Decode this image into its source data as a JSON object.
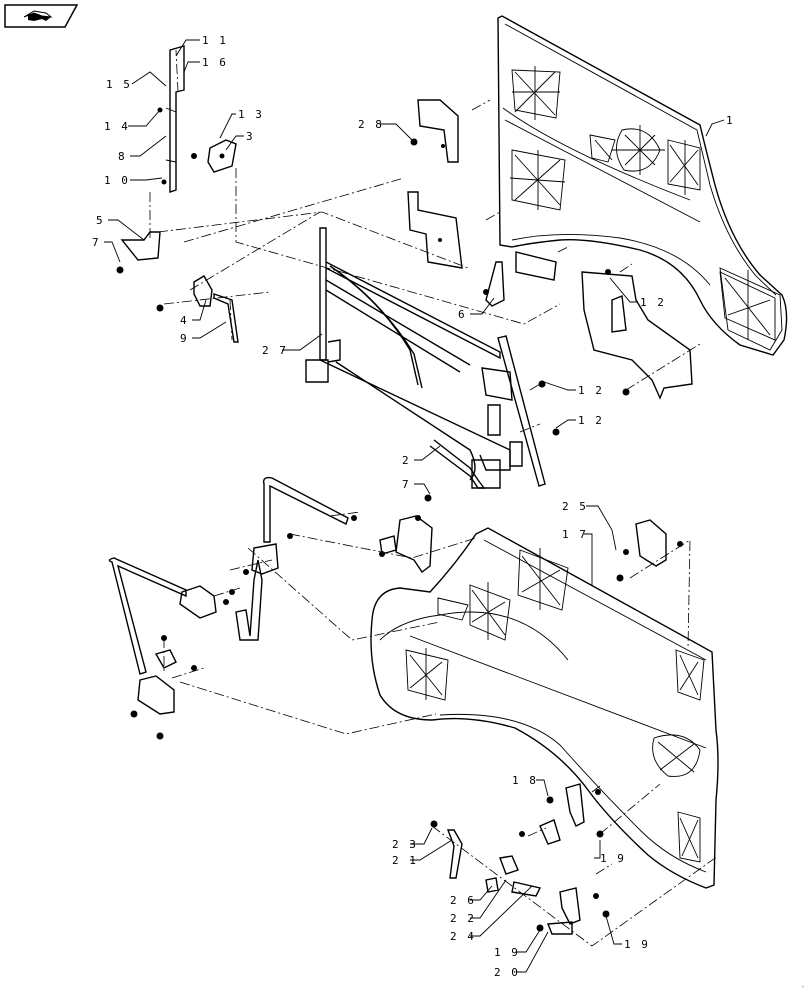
{
  "nav": {
    "icon": "navigation-arrow-icon"
  },
  "diagram": {
    "callouts": [
      {
        "id": "11",
        "label": "1 1"
      },
      {
        "id": "16",
        "label": "1 6"
      },
      {
        "id": "15",
        "label": "1 5"
      },
      {
        "id": "13",
        "label": "1 3"
      },
      {
        "id": "3",
        "label": "3"
      },
      {
        "id": "14",
        "label": "1 4"
      },
      {
        "id": "8",
        "label": "8"
      },
      {
        "id": "10",
        "label": "1 0"
      },
      {
        "id": "28",
        "label": "2 8"
      },
      {
        "id": "1",
        "label": "1"
      },
      {
        "id": "5",
        "label": "5"
      },
      {
        "id": "7a",
        "label": "7"
      },
      {
        "id": "4",
        "label": "4"
      },
      {
        "id": "9",
        "label": "9"
      },
      {
        "id": "6",
        "label": "6"
      },
      {
        "id": "12a",
        "label": "1 2"
      },
      {
        "id": "27",
        "label": "2 7"
      },
      {
        "id": "12b",
        "label": "1 2"
      },
      {
        "id": "12c",
        "label": "1 2"
      },
      {
        "id": "2",
        "label": "2"
      },
      {
        "id": "7b",
        "label": "7"
      },
      {
        "id": "25",
        "label": "2 5"
      },
      {
        "id": "17",
        "label": "1 7"
      },
      {
        "id": "18",
        "label": "1 8"
      },
      {
        "id": "23",
        "label": "2 3"
      },
      {
        "id": "21",
        "label": "2 1"
      },
      {
        "id": "19a",
        "label": "1 9"
      },
      {
        "id": "26",
        "label": "2 6"
      },
      {
        "id": "22",
        "label": "2 2"
      },
      {
        "id": "24",
        "label": "2 4"
      },
      {
        "id": "19b",
        "label": "1 9"
      },
      {
        "id": "19c",
        "label": "1 9"
      },
      {
        "id": "20",
        "label": "2 0"
      }
    ]
  }
}
